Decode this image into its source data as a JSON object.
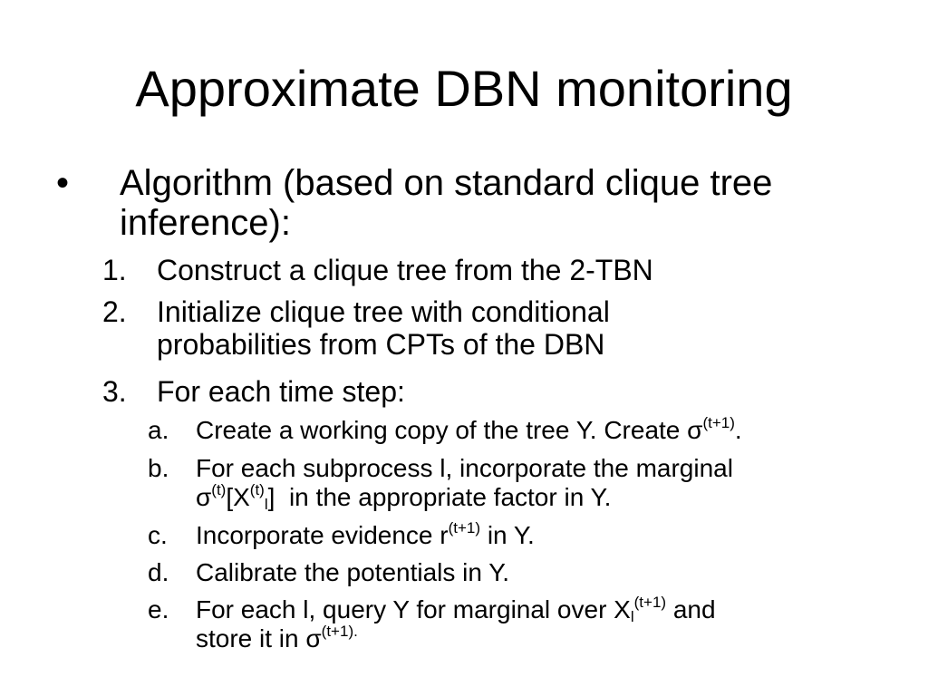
{
  "slide": {
    "title": "Approximate DBN monitoring",
    "bullet": {
      "marker": "•",
      "text_line1": "Algorithm (based on standard clique tree",
      "text_line2": "inference):"
    },
    "steps": [
      {
        "label": "1.",
        "text": "Construct a clique tree from the 2-TBN"
      },
      {
        "label": "2.",
        "line1": "Initialize clique tree with conditional",
        "line2": "probabilities from CPTs of the DBN"
      },
      {
        "label": "3.",
        "text": "For each time step:"
      }
    ],
    "substeps": {
      "a": {
        "label": "a.",
        "pre": "Create a working copy of the tree Y. Create σ",
        "sup": "(t+1)",
        "post": "."
      },
      "b": {
        "label": "b.",
        "line1": "For each subprocess l, incorporate the marginal",
        "sigma": "σ",
        "sup1": "(t)",
        "bracket": "[X",
        "sup2": "(t)",
        "sub": "l",
        "close": "]",
        "rest": "  in the appropriate factor in Y."
      },
      "c": {
        "label": "c.",
        "pre": "Incorporate evidence r",
        "sup": "(t+1)",
        "post": " in Y."
      },
      "d": {
        "label": "d.",
        "text": "Calibrate the potentials in Y."
      },
      "e": {
        "label": "e.",
        "pre": "For each l, query Y for marginal over X",
        "sub": "l",
        "sup": "(t+1)",
        "post": " and",
        "line2_pre": "store it in σ",
        "line2_sup": "(t+1)."
      }
    }
  }
}
